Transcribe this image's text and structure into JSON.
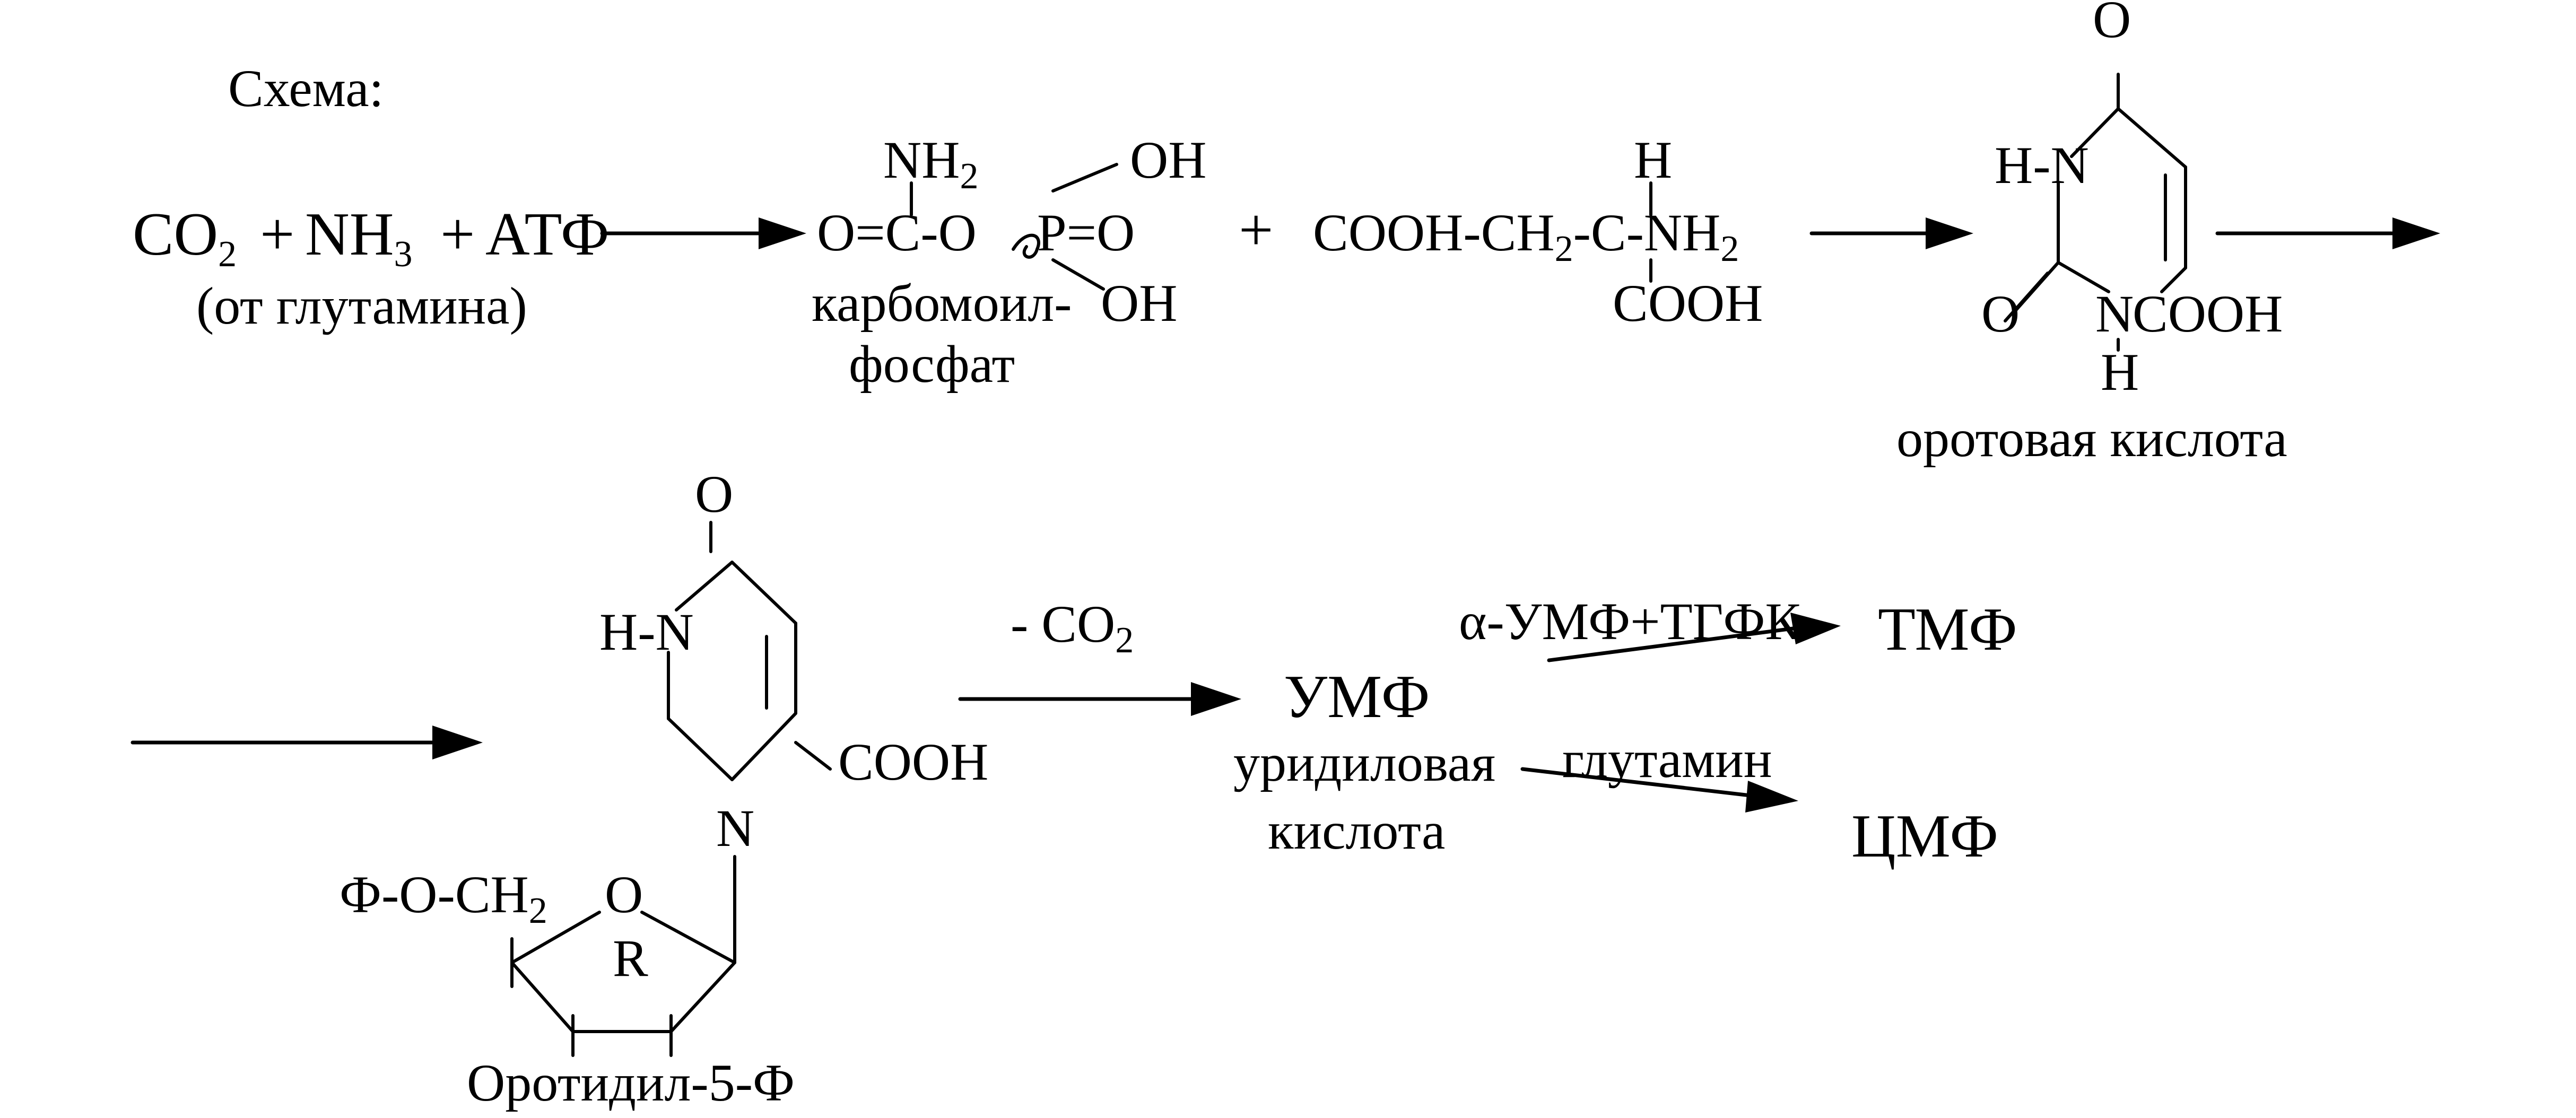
{
  "header": "Схема:",
  "reaction1": {
    "reactants": {
      "co2": "CO",
      "co2_sub": "2",
      "plus1": "+",
      "nh3": "NH",
      "nh3_sub": "3",
      "plus2": "+",
      "atp": "АТФ"
    },
    "nh3_source": "(от глутамина)"
  },
  "carbamoyl_phosphate": {
    "nh2": "NH",
    "nh2_sub": "2",
    "chain": "O=C-O",
    "p": "P=O",
    "oh_top": "OH",
    "oh_bottom": "OH",
    "name_line1": "карбомоил-",
    "name_line2": "фосфат"
  },
  "aspartate": {
    "plus": "+",
    "chain": "COOH-CH",
    "chain_sub": "2",
    "chain_end": "-C-NH",
    "nh2_sub": "2",
    "h": "H",
    "cooh": "COOH"
  },
  "orotic_acid": {
    "o_top": "O",
    "hn": "H-N",
    "o_left": "O",
    "n": "N",
    "cooh": "COOH",
    "h": "H",
    "name": "оротовая кислота"
  },
  "orotidyl": {
    "o_top": "O",
    "hn": "H-N",
    "cooh": "COOH",
    "n": "N",
    "phosphate": "Ф-О-CH",
    "phosphate_sub": "2",
    "ring_o": "O",
    "r": "R",
    "name": "Оротидил-5-Ф"
  },
  "decarboxylation": {
    "label": "- CO",
    "label_sub": "2"
  },
  "ump": {
    "name": "УМФ",
    "desc_line1": "уридиловая",
    "desc_line2": "кислота"
  },
  "branch_tmp": {
    "reagent": "α-УМФ+ТГФК",
    "product": "ТМФ"
  },
  "branch_cmp": {
    "reagent": "глутамин",
    "product": "ЦМФ"
  }
}
